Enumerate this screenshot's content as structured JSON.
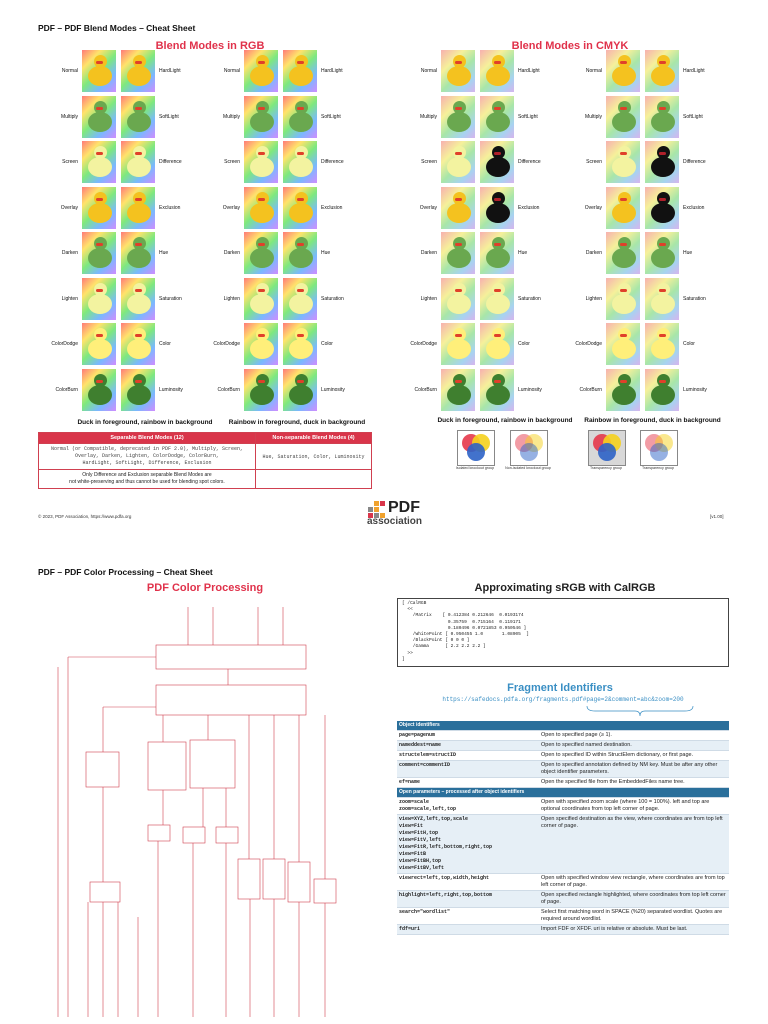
{
  "top": {
    "title": "PDF – PDF Blend Modes – Cheat Sheet",
    "rgb_heading": "Blend Modes in RGB",
    "cmyk_heading": "Blend Modes in CMYK",
    "left_modes": [
      "Normal",
      "Multiply",
      "Screen",
      "Overlay",
      "Darken",
      "Lighten",
      "ColorDodge",
      "ColorBurn"
    ],
    "right_modes": [
      "HardLight",
      "SoftLight",
      "Difference",
      "Exclusion",
      "Hue",
      "Saturation",
      "Color",
      "Luminosity"
    ],
    "caption_a": "Duck in foreground, rainbow in background",
    "caption_b": "Rainbow in foreground, duck in background",
    "table": {
      "sep_head": "Separable Blend Modes (12)",
      "nonsep_head": "Non-separable Blend Modes (4)",
      "sep_list_1": "Normal (or Compatible, deprecated in PDF 2.0), Multiply, Screen,",
      "sep_list_2": "Overlay, Darken, Lighten, ColorDodge, ColorBurn,",
      "sep_list_3": "HardLight, SoftLight, Difference, Exclusion",
      "nonsep_list": "Hue, Saturation, Color, Luminosity",
      "note_1": "Only Difference and Exclusion separable Blend Modes are",
      "note_2": "not white-preserving and thus cannot be used for blending spot colors."
    },
    "group_labels": [
      "Isolated knockout group",
      "Non-isolated knockout group",
      "Transparency group",
      "Transparency group"
    ],
    "footer_left": "© 2023, PDF Association, https://www.pdfa.org",
    "logo_text_1": "PDF",
    "logo_text_2": "association",
    "footer_right": "[v1.00]"
  },
  "bottom": {
    "title": "PDF – PDF Color Processing – Cheat Sheet",
    "color_heading": "PDF Color Processing",
    "calrgb_heading": "Approximating sRGB with CalRGB",
    "calrgb_lines": [
      "[ /CalRGB",
      "  <<",
      "    /Matrix    [ 0.412384 0.212646  0.0193174",
      "                 0.35759  0.715164  0.119171",
      "                 0.180496 0.0721853 0.950546 ]",
      "    /WhitePoint [ 0.950455 1.0       1.08905  ]",
      "    /BlackPoint [ 0 0 0 ]",
      "    /Gamma      [ 2.2 2.2 2.2 ]",
      "  >>",
      "]"
    ],
    "frag_heading": "Fragment Identifiers",
    "frag_url": "https://safedocs.pdfa.org/fragments.pdf#page=2&comment=abc&zoom=200",
    "object_head": "Object identifiers",
    "object_rows": [
      {
        "k": "page=pagenum",
        "v": "Open to specified page (≥ 1)."
      },
      {
        "k": "nameddest=name",
        "v": "Open to specified named destination."
      },
      {
        "k": "structelem=structID",
        "v": "Open to specified ID within StructElem dictionary, or first page."
      },
      {
        "k": "comment=commentID",
        "v": "Open to specified annotation defined by NM key. Must be after any other object identifier parameters."
      },
      {
        "k": "ef=name",
        "v": "Open the specified file from the EmbeddedFiles name tree."
      }
    ],
    "open_head": "Open parameters – processed after object identifiers",
    "open_rows": [
      {
        "k": "zoom=scale\nzoom=scale,left,top",
        "v": "Open with specified zoom scale (where 100 = 100%). left and top are optional coordinates from top left corner of page."
      },
      {
        "k": "view=XYZ,left,top,scale\nview=Fit\nview=FitH,top\nview=FitV,left\nview=FitR,left,bottom,right,top\nview=FitB\nview=FitBH,top\nview=FitBV,left",
        "v": "Open specified destination as the view, where coordinates are from top left corner of page."
      },
      {
        "k": "viewrect=left,top,width,height",
        "v": "Open with specified window view rectangle, where coordinates are from top left corner of page."
      },
      {
        "k": "highlight=left,right,top,bottom",
        "v": "Open specified rectangle highlighted, where coordinates from top left corner of page."
      },
      {
        "k": "search=\"wordlist\"",
        "v": "Select first matching word in SPACE (%20) separated wordlist. Quotes are required around wordlist."
      },
      {
        "k": "fdf=uri",
        "v": "Import FDF or XFDF. uri is relative or absolute. Must be last."
      }
    ]
  },
  "colors": {
    "accent_red": "#e0324b",
    "accent_blue": "#2a6f9b",
    "logo_orange": "#f0a22e"
  }
}
